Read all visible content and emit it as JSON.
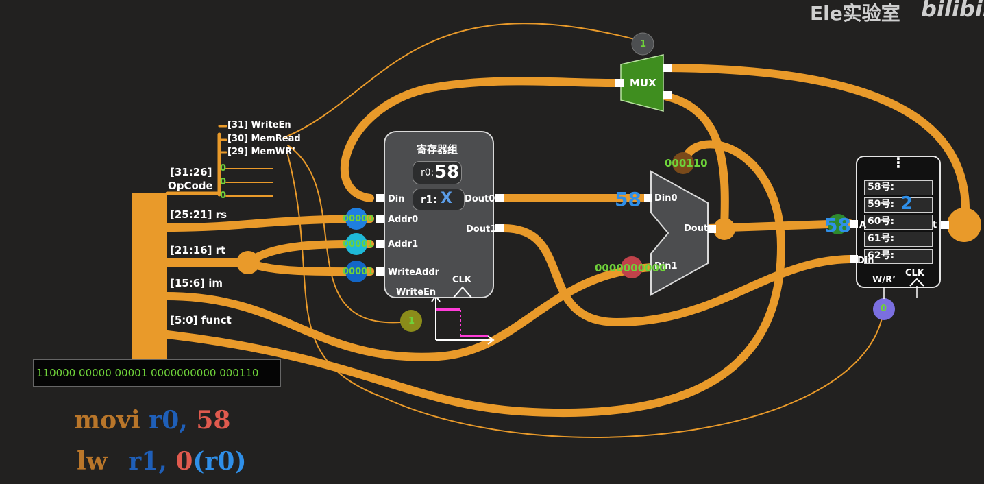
{
  "branding": {
    "channel": "Ele实验室",
    "site": "bilibili"
  },
  "instruction": {
    "binary": "110000 00000 00001 0000000000 000110",
    "field_labels": {
      "opcode_range": "[31:26]",
      "opcode_name": "OpCode",
      "rs": "[25:21] rs",
      "rt": "[21:16] rt",
      "im": "[15:6] im",
      "funct": "[5:0] funct"
    },
    "control_bits": {
      "write_en": "[31] WriteEn",
      "mem_read": "[30] MemRead",
      "mem_wr": "[29] MemWR’",
      "values": [
        "0",
        "0",
        "0"
      ]
    }
  },
  "register_file": {
    "title": "寄存器组",
    "r0_label": "r0:",
    "r0_value": "58",
    "r1_label": "r1:",
    "r1_value": "X",
    "ports": {
      "din": "Din",
      "addr0": "Addr0",
      "addr1": "Addr1",
      "write_addr": "WriteAddr",
      "write_en": "WriteEn",
      "clk": "CLK",
      "dout0": "Dout0",
      "dout1": "Dout1"
    },
    "addr0_value": "00000",
    "addr1_value": "00001",
    "write_addr_value": "00001",
    "write_en_value": "1"
  },
  "alu": {
    "din0": "Din0",
    "din1": "Din1",
    "dout": "Dout",
    "funct_value": "000110",
    "din0_value": "58",
    "din1_value": "0000000000"
  },
  "mux": {
    "label": "MUX",
    "select_value": "1"
  },
  "memory": {
    "cells": [
      "58号:",
      "59号:",
      "60号:",
      "61号:",
      "62号:"
    ],
    "cell_59_value": "2",
    "ellipsis": "⋮",
    "addr_port": "A",
    "dout_port": "t",
    "din_port": "Din",
    "wr_label": "W/R’",
    "clk_label": "CLK",
    "addr_value": "58",
    "wr_value": "0"
  },
  "code": {
    "line1": {
      "op": "movi",
      "reg": "r0,",
      "imm": "58"
    },
    "line2": {
      "op": "lw",
      "reg": "r1,",
      "offset": "0",
      "base": "(r0)"
    }
  },
  "colors": {
    "wire": "#e99a2a",
    "background": "#222120",
    "mux_green": "#3f8e1f",
    "blue_text": "#2f8fe8",
    "red_text": "#e05a4e"
  }
}
